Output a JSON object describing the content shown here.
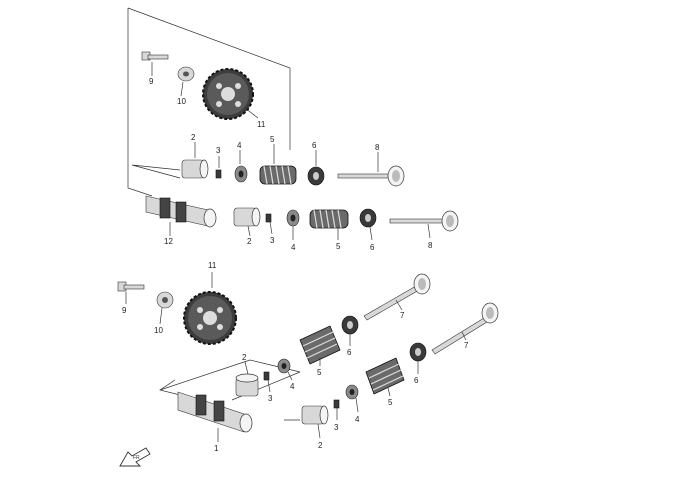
{
  "labels": {
    "upper": {
      "bolt": "9",
      "washer": "10",
      "gear": "11",
      "tappet_a": "2",
      "cotter_a": "3",
      "seat_a": "4",
      "spring_a": "5",
      "retainer_a": "6",
      "valve_a": "8",
      "camshaft": "12",
      "tappet_b": "2",
      "cotter_b": "3",
      "seat_b": "4",
      "spring_b": "5",
      "retainer_b": "6",
      "valve_b": "8"
    },
    "lower": {
      "gear": "11",
      "bolt": "9",
      "washer": "10",
      "valve_a": "7",
      "retainer_a": "6",
      "spring_a": "5",
      "valve_b": "7",
      "tappet_a": "2",
      "cotter_a": "3",
      "seat_a": "4",
      "spring_b": "5",
      "retainer_b": "6",
      "seat_b": "4",
      "camshaft": "1",
      "tappet_b": "2",
      "cotter_b": "3"
    }
  },
  "front_marker": "FR"
}
